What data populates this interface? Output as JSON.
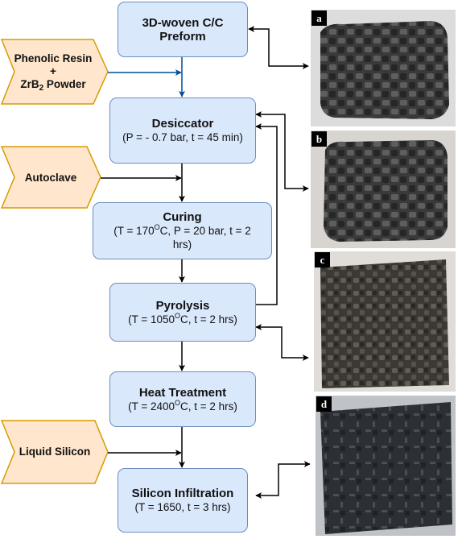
{
  "steps": {
    "preform": {
      "title": "3D-woven C/C",
      "title2": "Preform"
    },
    "desiccator": {
      "title": "Desiccator",
      "sub": "(P = - 0.7 bar, t = 45 min)"
    },
    "curing": {
      "title": "Curing",
      "sub_a": "(T = 170",
      "sub_sup": "O",
      "sub_b": "C, P = 20 bar, t = 2",
      "sub2": "hrs)"
    },
    "pyrolysis": {
      "title": "Pyrolysis",
      "sub_a": "(T = 1050",
      "sub_sup": "O",
      "sub_b": "C, t = 2 hrs)"
    },
    "heat": {
      "title": "Heat Treatment",
      "sub_a": "(T = 2400",
      "sub_sup": "O",
      "sub_b": "C, t = 2 hrs)"
    },
    "silicon": {
      "title": "Silicon Infiltration",
      "sub": "(T = 1650, t = 3 hrs)"
    }
  },
  "inputs": {
    "resin": {
      "line1": "Phenolic Resin",
      "line2": "+",
      "line3a": "ZrB",
      "line3sub": "2",
      "line3b": " Powder"
    },
    "autoclave": {
      "label": "Autoclave"
    },
    "liquid_silicon": {
      "label": "Liquid Silicon"
    }
  },
  "photos": [
    {
      "tag": "a"
    },
    {
      "tag": "b"
    },
    {
      "tag": "c"
    },
    {
      "tag": "d"
    }
  ],
  "colors": {
    "box_fill": "#dae8fc",
    "box_stroke": "#6c8ebf",
    "input_fill": "#ffe6cc",
    "input_stroke": "#d79b00",
    "resin_arrow": "#004c99",
    "arrow": "#000000"
  }
}
